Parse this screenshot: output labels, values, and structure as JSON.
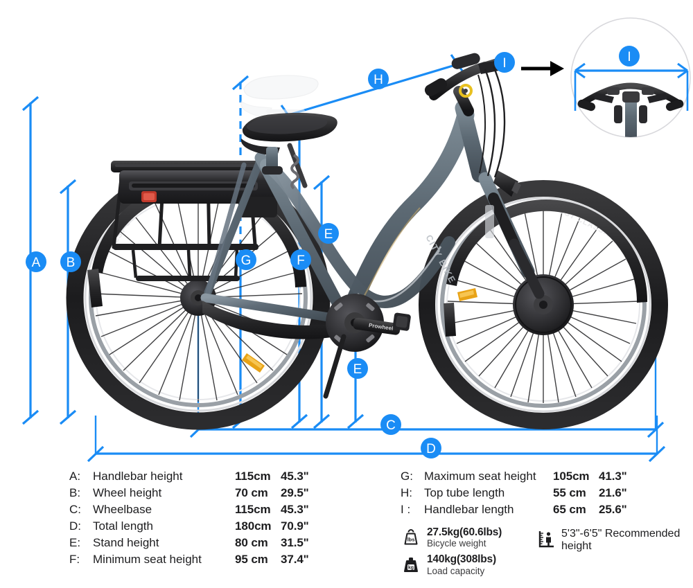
{
  "product": {
    "type": "electric city bicycle",
    "frame_color": "#5d6a74",
    "accent_color": "#1a8cf5"
  },
  "inset": {
    "name": "handlebar-front-view",
    "badge": "I",
    "description": "front view of handlebar"
  },
  "badges": {
    "a": "A",
    "b": "B",
    "c": "C",
    "d": "D",
    "e": "E",
    "e2": "E",
    "f": "F",
    "g": "G",
    "h": "H",
    "i": "I"
  },
  "specs": {
    "left": [
      {
        "key": "A:",
        "label": "Handlebar height",
        "metric": "115cm",
        "imperial": "45.3\""
      },
      {
        "key": "B:",
        "label": "Wheel height",
        "metric": "70 cm",
        "imperial": "29.5\""
      },
      {
        "key": "C:",
        "label": "Wheelbase",
        "metric": "115cm",
        "imperial": "45.3\""
      },
      {
        "key": "D:",
        "label": "Total length",
        "metric": "180cm",
        "imperial": "70.9\""
      },
      {
        "key": "E:",
        "label": "Stand height",
        "metric": "80 cm",
        "imperial": "31.5\""
      },
      {
        "key": "F:",
        "label": "Minimum seat height",
        "metric": "95 cm",
        "imperial": "37.4\""
      }
    ],
    "right": [
      {
        "key": "G:",
        "label": "Maximum seat height",
        "metric": "105cm",
        "imperial": "41.3\""
      },
      {
        "key": "H:",
        "label": "Top tube length",
        "metric": "55 cm",
        "imperial": "21.6\""
      },
      {
        "key": "I :",
        "label": "Handlebar length",
        "metric": "65 cm",
        "imperial": "25.6\""
      }
    ]
  },
  "icon_specs": [
    {
      "icon": "weight-lbs-icon",
      "icon_text": "lbs",
      "value": "27.5kg(60.6lbs)",
      "caption": "Bicycle weight"
    },
    {
      "icon": "weight-kg-icon",
      "icon_text": "kg",
      "value": "140kg(308lbs)",
      "caption": "Load capacity"
    }
  ],
  "height_spec": {
    "icon": "rider-height-icon",
    "value": "5'3\"-6'5\"",
    "caption_line1": "Recommended",
    "caption_line2": "height"
  }
}
